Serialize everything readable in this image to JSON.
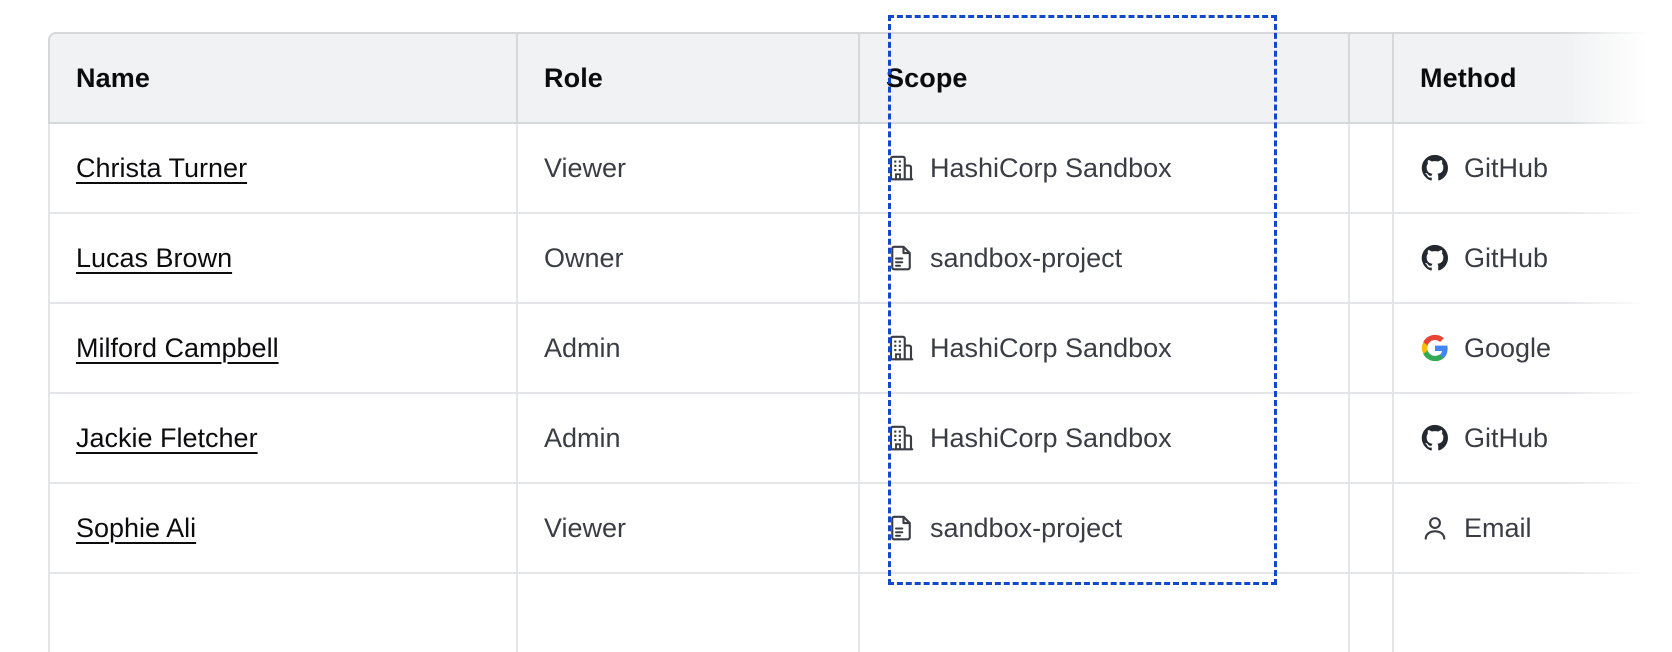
{
  "table": {
    "columns": [
      {
        "key": "name",
        "label": "Name"
      },
      {
        "key": "role",
        "label": "Role"
      },
      {
        "key": "scope",
        "label": "Scope"
      },
      {
        "key": "spacer",
        "label": ""
      },
      {
        "key": "method",
        "label": "Method"
      }
    ],
    "rows": [
      {
        "name": "Christa Turner",
        "role": "Viewer",
        "scope": "HashiCorp Sandbox",
        "scope_icon": "building-icon",
        "method": "GitHub",
        "method_icon": "github-icon"
      },
      {
        "name": "Lucas Brown",
        "role": "Owner",
        "scope": "sandbox-project",
        "scope_icon": "document-icon",
        "method": "GitHub",
        "method_icon": "github-icon"
      },
      {
        "name": "Milford Campbell",
        "role": "Admin",
        "scope": "HashiCorp Sandbox",
        "scope_icon": "building-icon",
        "method": "Google",
        "method_icon": "google-icon"
      },
      {
        "name": "Jackie Fletcher",
        "role": "Admin",
        "scope": "HashiCorp Sandbox",
        "scope_icon": "building-icon",
        "method": "GitHub",
        "method_icon": "github-icon"
      },
      {
        "name": "Sophie Ali",
        "role": "Viewer",
        "scope": "sandbox-project",
        "scope_icon": "document-icon",
        "method": "Email",
        "method_icon": "user-icon"
      },
      {
        "name": "",
        "role": "",
        "scope": "",
        "scope_icon": "",
        "method": "",
        "method_icon": ""
      }
    ]
  },
  "highlight": {
    "target_column": "Scope",
    "color": "#1348cc",
    "style": "dashed"
  },
  "colors": {
    "header_bg": "#f1f2f3",
    "header_text": "#0c0c0e",
    "body_text": "#3b3d45",
    "link_text": "#0c0c0e",
    "border": "#e4e5e8",
    "header_border": "#d6d8da",
    "highlight": "#1348cc",
    "github": "#24292f",
    "google_blue": "#4285f4",
    "google_green": "#34a853",
    "google_yellow": "#fbbc05",
    "google_red": "#ea4335"
  }
}
